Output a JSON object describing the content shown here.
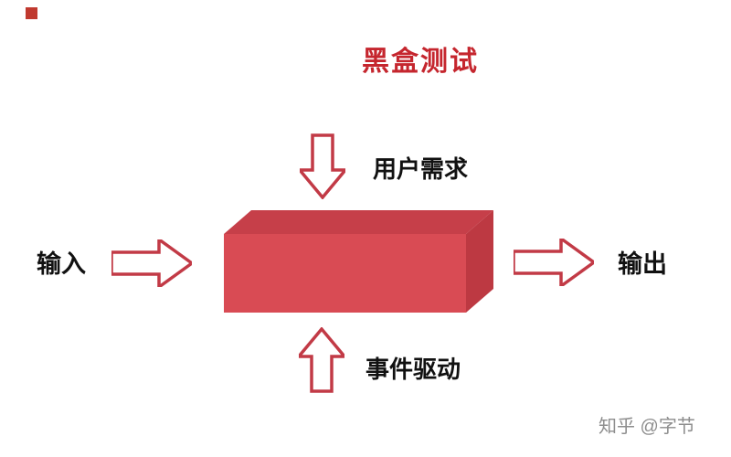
{
  "header": {
    "title": "黑盒测试"
  },
  "labels": {
    "top": "用户需求",
    "left": "输入",
    "right": "输出",
    "bottom": "事件驱动"
  },
  "watermark": "知乎 @字节",
  "icons": {
    "down_arrow": "down-arrow",
    "up_arrow": "up-arrow",
    "right_arrow": "right-arrow",
    "black_box": "3d-red-box"
  },
  "colors": {
    "title_red": "#c5262e",
    "arrow_outline": "#c23a46",
    "arrow_fill": "#ffffff",
    "box_front": "#d94b54",
    "box_top": "#c63f49",
    "box_side": "#bd3942",
    "label_text": "#111111",
    "watermark_gray": "#8e8e8e",
    "accent_square": "#c0392f"
  }
}
